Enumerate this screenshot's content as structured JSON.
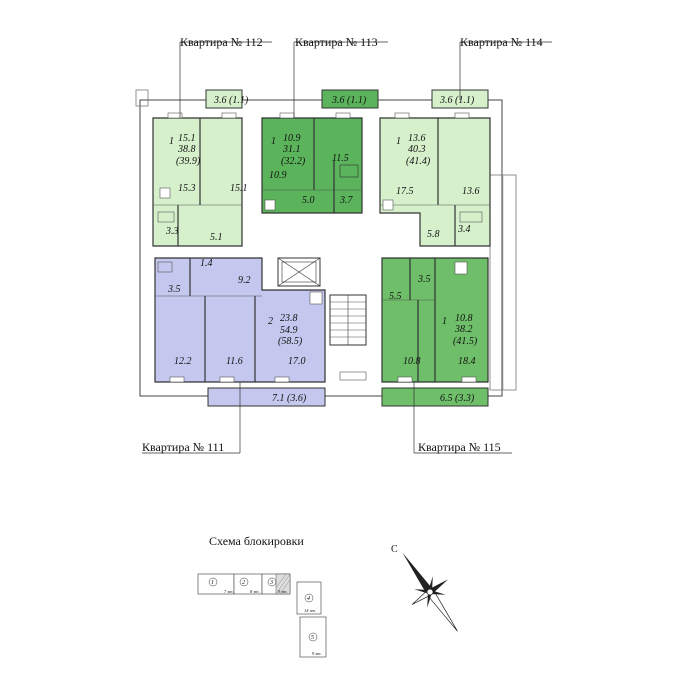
{
  "colors": {
    "apt_light_green": "#d6f0cc",
    "apt_dark_green": "#5bb45b",
    "apt_mid_green": "#6fbf6a",
    "apt_blue": "#c5c8ee",
    "common": "#ffffff"
  },
  "labels": {
    "apt_112": "Квартира № 112",
    "apt_113": "Квартира №  113",
    "apt_114": "Квартира № 114",
    "apt_111": "Квартира № 111",
    "apt_115": "Квартира № 115",
    "scheme_title": "Схема блокировки",
    "compass_c": "С"
  },
  "balconies": {
    "b112": "3.6 (1.1)",
    "b113": "3.6 (1.1)",
    "b114": "3.6 (1.1)",
    "b111": "7.1 (3.6)",
    "b115": "6.5 (3.3)"
  },
  "apt112": {
    "rooms": "1",
    "living": "15.1",
    "total": "38.8",
    "total_b": "(39.9)",
    "kitchen": "15.3",
    "room": "15.1",
    "bath": "3.3",
    "hall": "5.1"
  },
  "apt113": {
    "rooms": "1",
    "living": "10.9",
    "total": "31.1",
    "total_b": "(32.2)",
    "room_big": "11.5",
    "kitchen": "10.9",
    "hall": "5.0",
    "bath": "3.7"
  },
  "apt114": {
    "rooms": "1",
    "living": "13.6",
    "total": "40.3",
    "total_b": "(41.4)",
    "kitchen": "17.5",
    "room": "13.6",
    "hall": "5.8",
    "bath": "3.4"
  },
  "apt111": {
    "rooms": "2",
    "living": "23.8",
    "total": "54.9",
    "total_b": "(58.5)",
    "wc": "1.4",
    "hall": "9.2",
    "bath": "3.5",
    "room1": "12.2",
    "room2": "11.6",
    "kitchen": "17.0"
  },
  "apt115": {
    "rooms": "1",
    "living": "10.8",
    "total": "38.2",
    "total_b": "(41.5)",
    "bath": "3.5",
    "hall": "5.5",
    "room": "10.8",
    "kitchen": "18.4"
  },
  "scheme": {
    "sec1": "1",
    "sec2": "2",
    "sec3": "3",
    "sec4": "4",
    "sec5": "5",
    "w1": "7 эт.",
    "w2": "8 эт.",
    "w3": "9 эт.",
    "w4": "14 эт.",
    "w5": "9 эт."
  }
}
